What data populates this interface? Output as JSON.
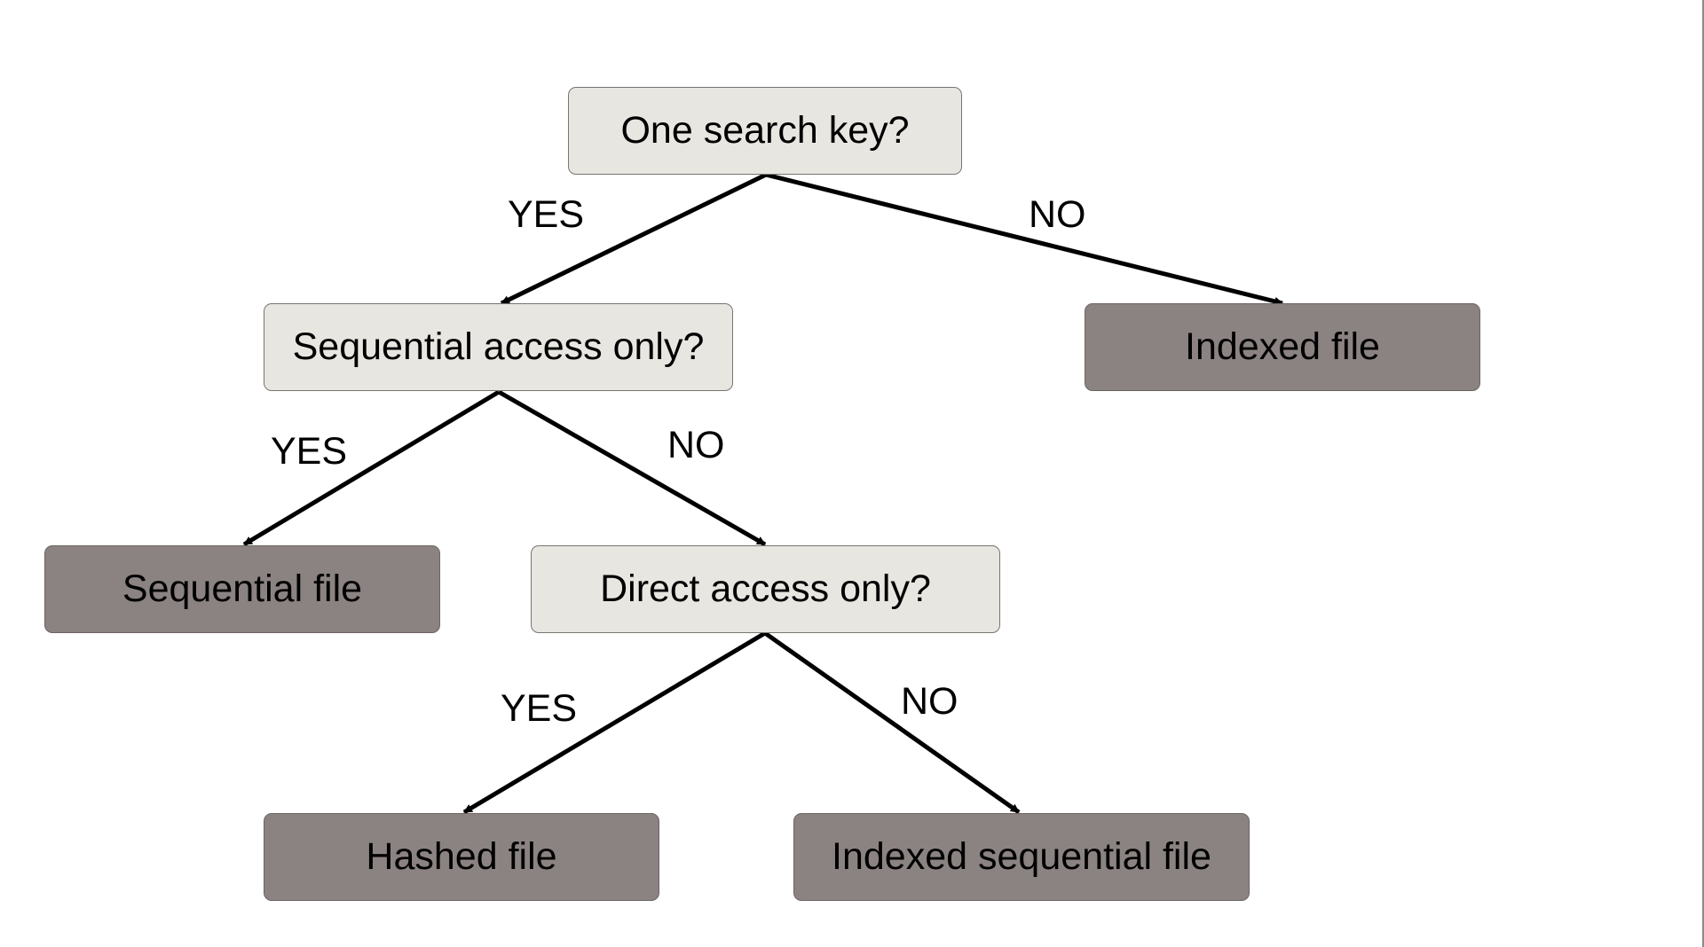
{
  "colors": {
    "decision_fill": "#e8e6e0",
    "outcome_fill": "#8b8382",
    "line": "#000000"
  },
  "diagram": {
    "nodes": {
      "one_search_key": "One search key?",
      "sequential_access_only": "Sequential access only?",
      "indexed_file": "Indexed file",
      "sequential_file": "Sequential file",
      "direct_access_only": "Direct access only?",
      "hashed_file": "Hashed file",
      "indexed_sequential_file": "Indexed sequential file"
    },
    "edge_labels": {
      "yes_1": "YES",
      "no_1": "NO",
      "yes_2": "YES",
      "no_2": "NO",
      "yes_3": "YES",
      "no_3": "NO"
    }
  }
}
